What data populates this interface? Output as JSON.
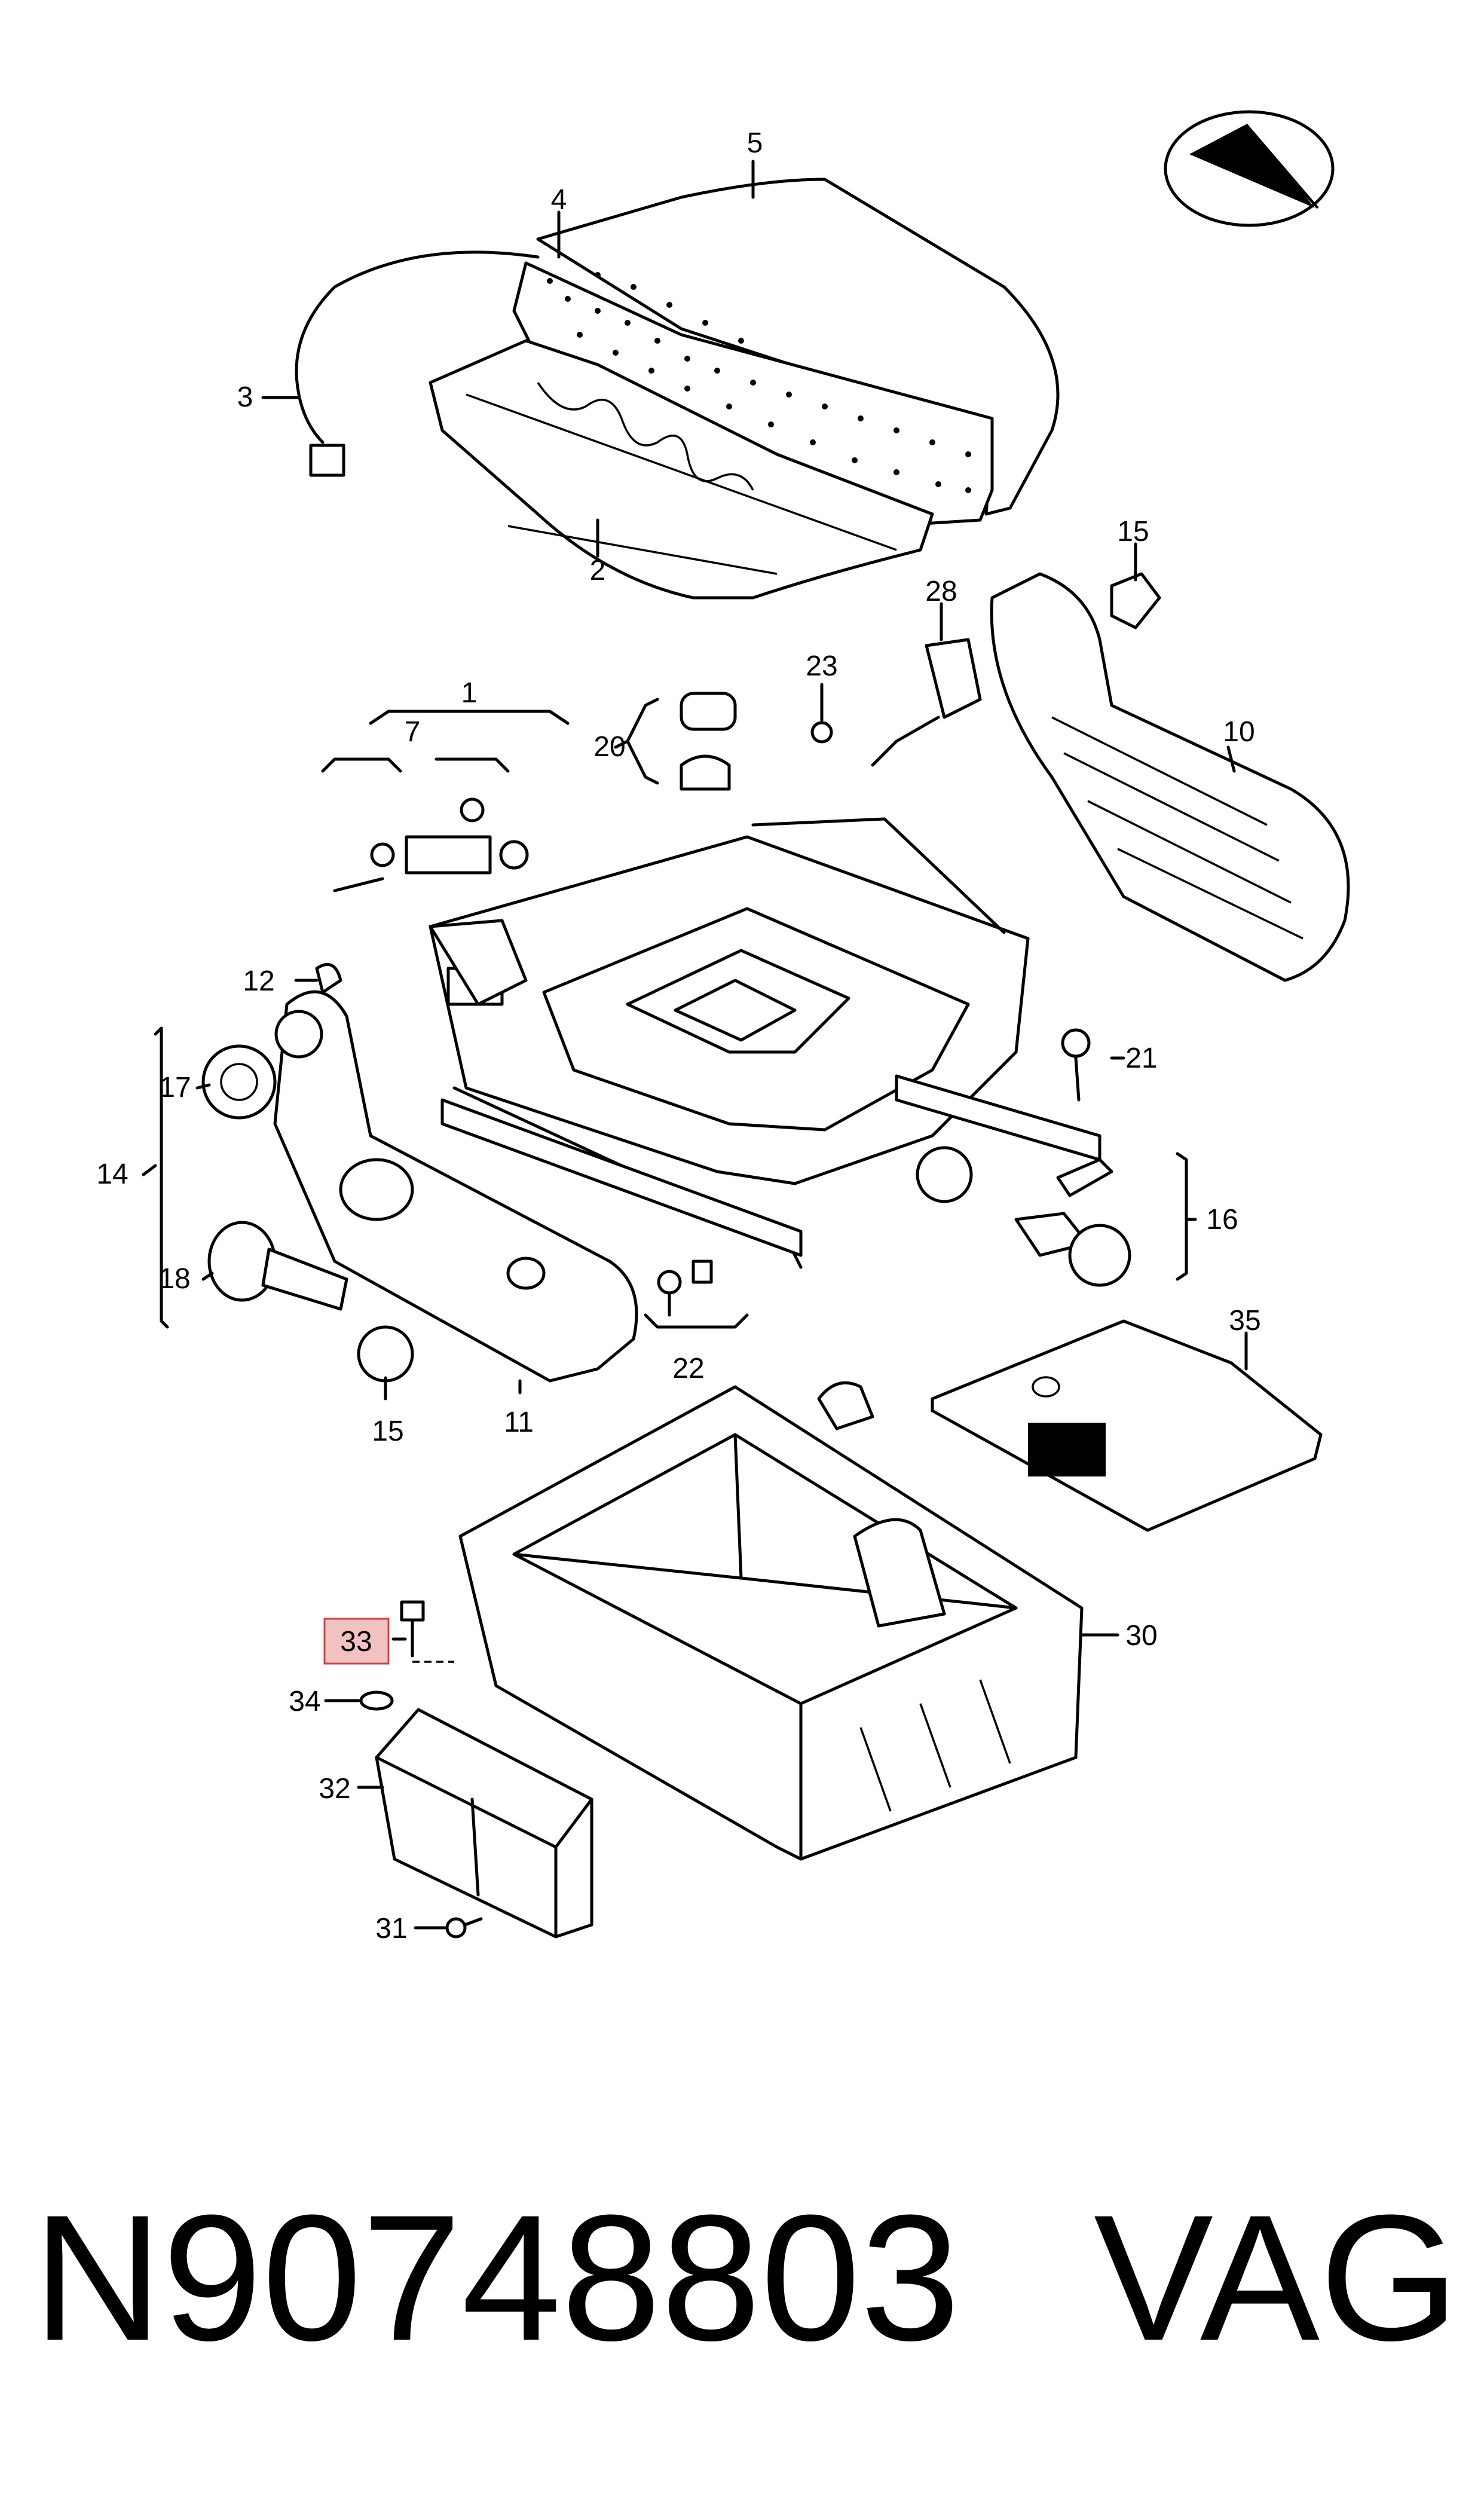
{
  "callouts": {
    "c1": "1",
    "c2": "2",
    "c3": "3",
    "c4": "4",
    "c5": "5",
    "c7": "7",
    "c10": "10",
    "c11": "11",
    "c12": "12",
    "c14": "14",
    "c15a": "15",
    "c15b": "15",
    "c16": "16",
    "c17": "17",
    "c18": "18",
    "c20": "20",
    "c21": "21",
    "c22": "22",
    "c23": "23",
    "c28": "28",
    "c30": "30",
    "c31": "31",
    "c32": "32",
    "c33": "33",
    "c34": "34",
    "c35": "35"
  },
  "highlighted_callout": "33",
  "highlight_color": "#f2c2c2",
  "footer": {
    "part_number": "N90748803",
    "brand": "VAG"
  }
}
